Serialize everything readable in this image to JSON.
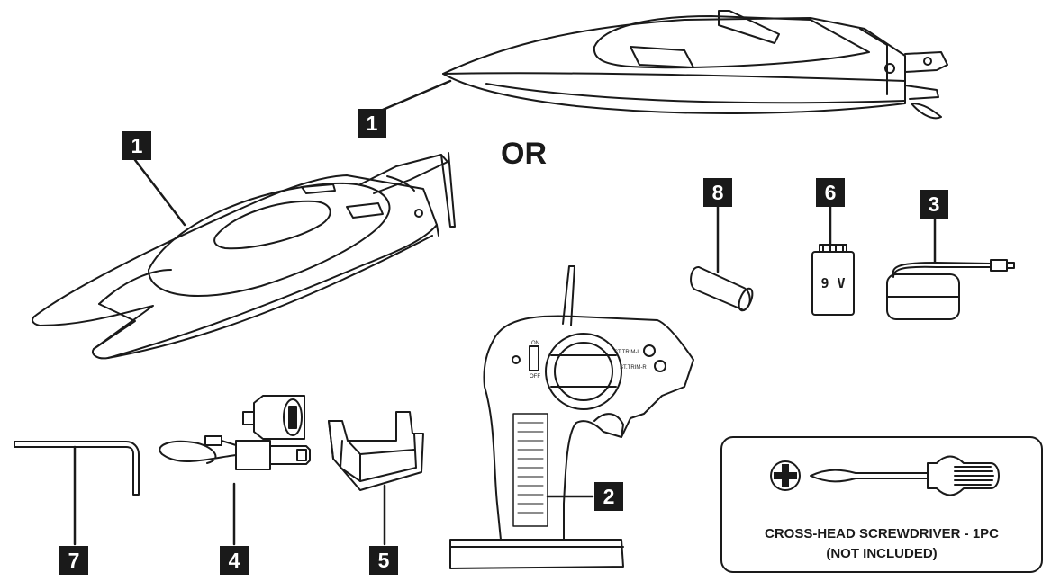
{
  "separator_text": "OR",
  "parts": [
    {
      "number": "1",
      "icon": "speedboat-side-view"
    },
    {
      "number": "1",
      "icon": "speedboat-three-quarter-view"
    },
    {
      "number": "2",
      "icon": "remote-transmitter"
    },
    {
      "number": "3",
      "icon": "rechargeable-battery-pack"
    },
    {
      "number": "4",
      "icon": "usb-charger-with-car-adapter"
    },
    {
      "number": "5",
      "icon": "boat-stand"
    },
    {
      "number": "6",
      "icon": "9v-battery"
    },
    {
      "number": "7",
      "icon": "hex-key"
    },
    {
      "number": "8",
      "icon": "aa-battery"
    }
  ],
  "battery_9v_label": "9 V",
  "transmitter": {
    "switch_on": "ON",
    "switch_off": "OFF",
    "trim_left": "ST.TRIM-L",
    "trim_right": "ST.TRIM-R"
  },
  "note": {
    "line1": "CROSS-HEAD SCREWDRIVER - 1PC",
    "line2": "(NOT INCLUDED)",
    "icon": "screwdriver"
  }
}
